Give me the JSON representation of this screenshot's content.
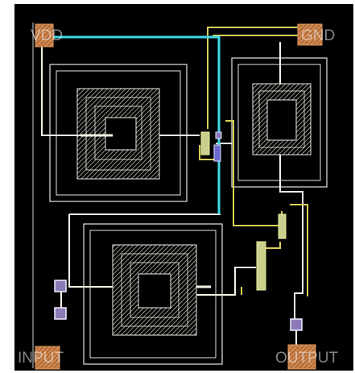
{
  "layout": {
    "pads": {
      "vdd": "VDD",
      "gnd": "GND",
      "input": "INPUT",
      "output": "OUTPUT"
    }
  },
  "colors": {
    "background": "#000000",
    "frame": "#ffffff",
    "metal_top": "#3fd8e6",
    "metal_mid": "#d9cf55",
    "metal_low": "#f5f3e6",
    "pad": "#b8703a",
    "via": "#8a7ab8",
    "component": "#c9d08c"
  },
  "icons": [
    "bond-pad-icon",
    "spiral-inductor-icon",
    "transistor-icon",
    "via-icon",
    "capacitor-icon"
  ]
}
